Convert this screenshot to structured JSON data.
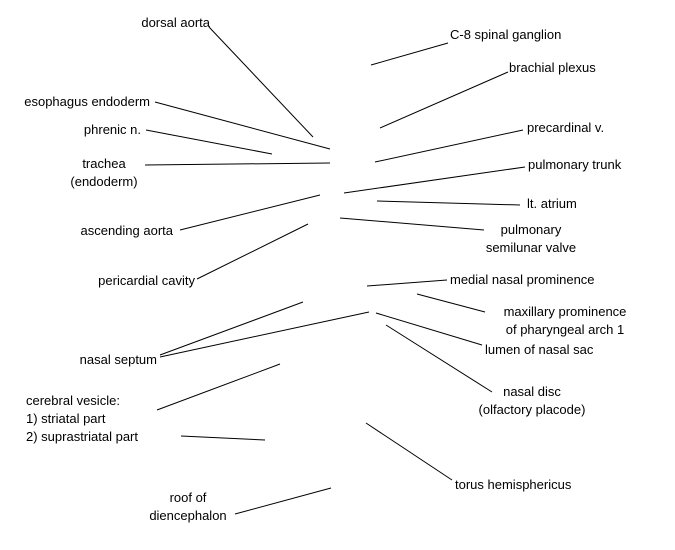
{
  "labels": {
    "dorsal_aorta": "dorsal aorta",
    "esophagus_endoderm": "esophagus endoderm",
    "phrenic_n": "phrenic n.",
    "trachea": "trachea\n(endoderm)",
    "ascending_aorta": "ascending aorta",
    "pericardial_cavity": "pericardial cavity",
    "nasal_septum": "nasal septum",
    "cerebral_vesicle": "cerebral vesicle:\n1) striatal part\n2) suprastriatal part",
    "roof_of_diencephalon": "roof of\ndiencephalon",
    "c8_spinal_ganglion": "C-8 spinal ganglion",
    "brachial_plexus": "brachial plexus",
    "precardinal_v": "precardinal v.",
    "pulmonary_trunk": "pulmonary trunk",
    "lt_atrium": "lt. atrium",
    "pulmonary_semilunar_valve": "pulmonary\nsemilunar valve",
    "medial_nasal_prominence": "medial nasal prominence",
    "maxillary_prominence": "maxillary prominence\nof pharyngeal arch 1",
    "lumen_of_nasal_sac": "lumen of nasal sac",
    "nasal_disc": "nasal disc\n(olfactory placode)",
    "torus_hemisphericus": "torus hemisphericus"
  }
}
